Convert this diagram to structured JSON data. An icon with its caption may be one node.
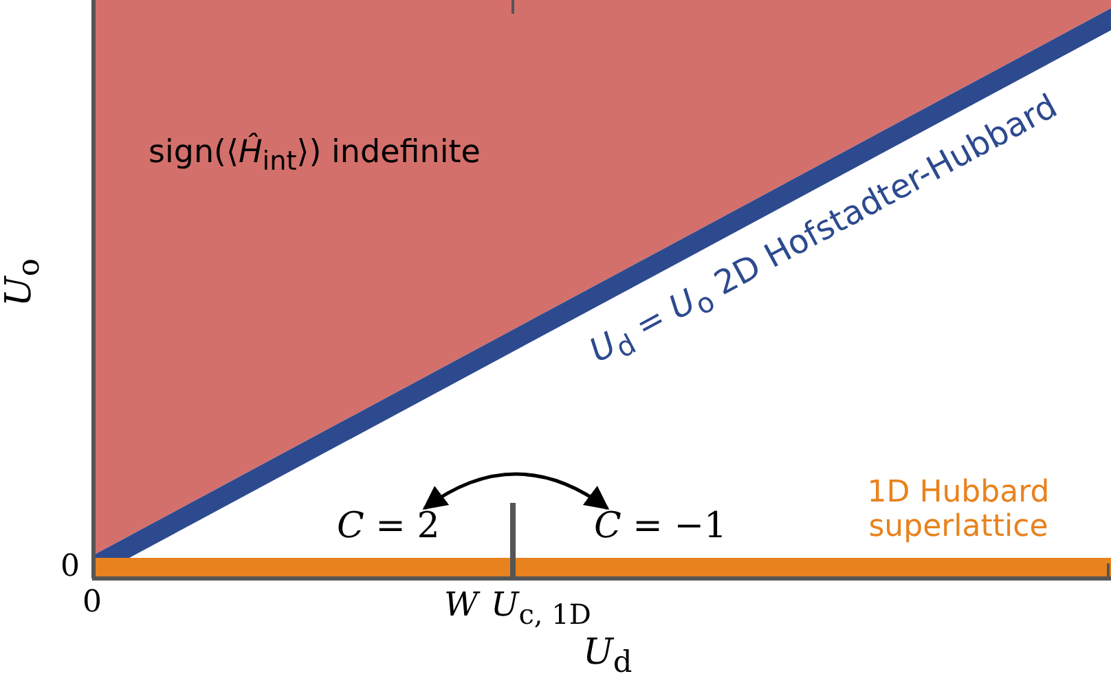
{
  "diagram": {
    "nodes": [
      {
        "text": [
          "*C* = 2"
        ]
      },
      {
        "text": [
          "*C* = −1"
        ]
      }
    ],
    "edges": [
      {
        "from": 0,
        "to": 1,
        "arrow": "both"
      }
    ],
    "labels": [
      "sign(⟨*Ĥ*$_{int}$⟩) indefinite",
      "*U*$_{d}$ = *U*$_{o}$ 2D Hofstadter-Hubbard",
      "*U*$_{o}$",
      "1D Hubbard superlattice",
      "0",
      "0",
      "*W*",
      "*U*$_{c, 1D}$",
      "*U*$_{d}$"
    ]
  }
}
